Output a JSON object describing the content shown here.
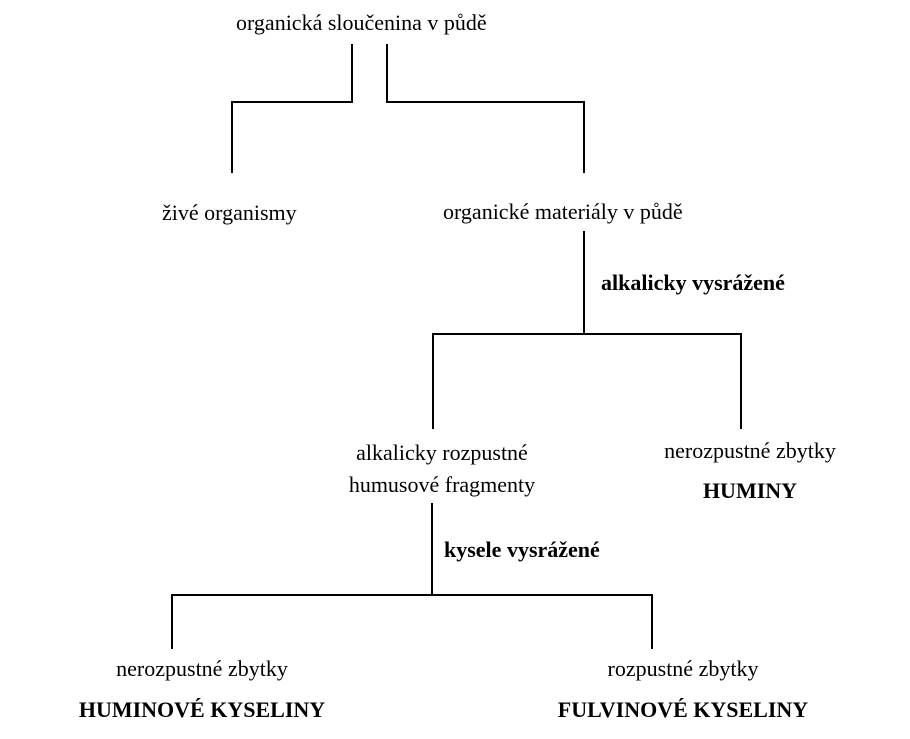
{
  "root": {
    "label": "organická sloučenina v půdě"
  },
  "level1": {
    "left": {
      "label": "živé organismy"
    },
    "right": {
      "label": "organické materiály v půdě"
    }
  },
  "edge_alkaline": {
    "label": "alkalicky vysrážené"
  },
  "level2": {
    "left": {
      "line1": "alkalicky rozpustné",
      "line2": "humusové fragmenty"
    },
    "right": {
      "line1": "nerozpustné zbytky",
      "name": "HUMINY"
    }
  },
  "edge_acid": {
    "label": "kysele vysrážené"
  },
  "level3": {
    "left": {
      "line1": "nerozpustné zbytky",
      "name": "HUMINOVÉ KYSELINY"
    },
    "right": {
      "line1": "rozpustné zbytky",
      "name": "FULVINOVÉ KYSELINY"
    }
  }
}
